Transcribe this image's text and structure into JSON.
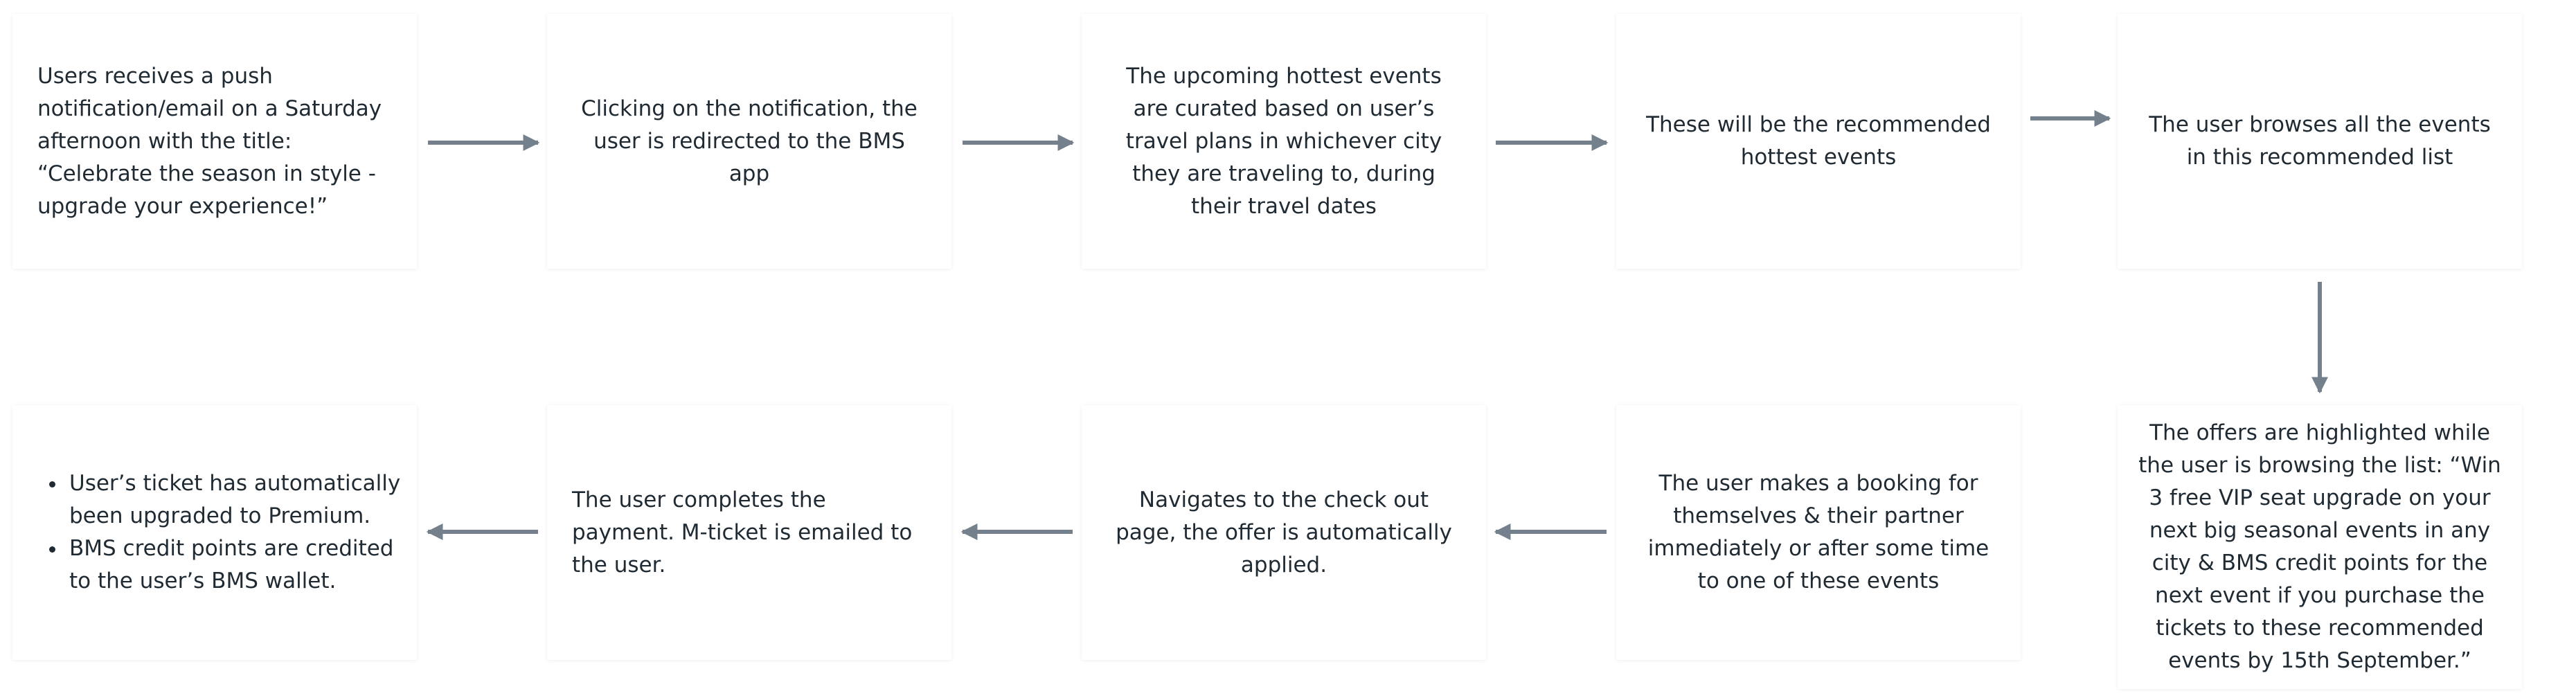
{
  "diagram": {
    "steps": [
      {
        "id": "push-notification",
        "text": "Users receives a push notification/email on a Saturday afternoon with the title: “Celebrate the season in style - upgrade your experience!”"
      },
      {
        "id": "redirect-app",
        "text": "Clicking on the notification, the user is redirected to the BMS app"
      },
      {
        "id": "curated-events",
        "text": "The upcoming hottest events are curated based on user’s travel plans in whichever city they are traveling to, during their travel dates"
      },
      {
        "id": "recommended-events",
        "text": "These will be the recommended hottest events"
      },
      {
        "id": "browse-list",
        "text": "The user browses all the events in this recommended list"
      },
      {
        "id": "offers-highlighted",
        "text": "The offers are highlighted while the user is browsing the list: “Win 3 free VIP seat upgrade on your next big seasonal events in any city & BMS credit points for the next event if you purchase the tickets to these recommended events by 15th September.”"
      },
      {
        "id": "make-booking",
        "text": "The user makes a booking for themselves & their partner immediately or after some time to one of these events"
      },
      {
        "id": "checkout",
        "text": "Navigates to the check out page, the offer is automatically applied."
      },
      {
        "id": "payment",
        "text": "The user completes the payment. M-ticket is emailed to the user."
      },
      {
        "id": "result",
        "bullets": [
          "User’s ticket has automatically been upgraded to Premium.",
          "BMS credit points are credited to the user’s BMS wallet."
        ]
      }
    ],
    "arrow_color": "#74808c"
  }
}
